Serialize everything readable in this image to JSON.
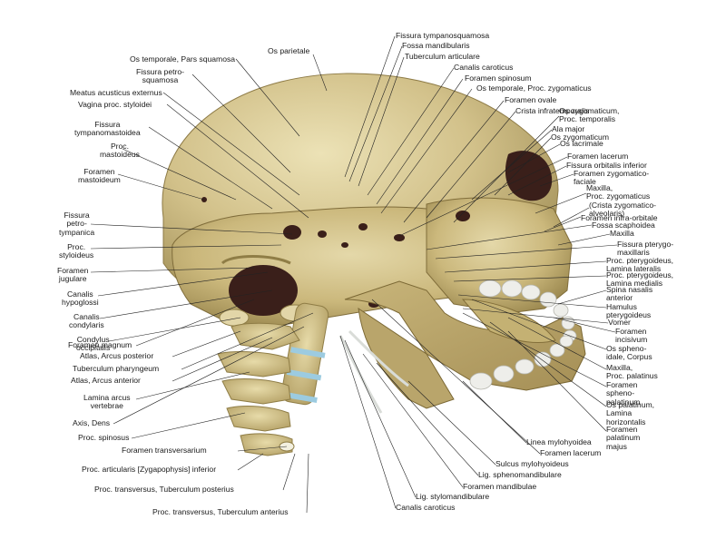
{
  "labels": {
    "top": [
      "Os parietale",
      "Os temporale, Pars squamosa",
      "Fissura tympanosquamosa",
      "Fossa mandibularis",
      "Tuberculum articulare",
      "Canalis caroticus",
      "Foramen spinosum",
      "Os temporale, Proc. zygomaticus",
      "Foramen ovale",
      "Crista infratemporalis"
    ],
    "left": [
      "Fissura petro-\nsquamosa",
      "Meatus acusticus externus",
      "Vagina proc. styloidei",
      "Fissura\ntympanomastoidea",
      "Proc.\nmastoideus",
      "Foramen\nmastoideum",
      "Fissura\npetro-\ntympanica",
      "Proc.\nstyloideus",
      "Foramen\njugulare",
      "Canalis\nhypoglossi",
      "Canalis\ncondylaris",
      "Condylus\noccipitalis",
      "Foramen magnum",
      "Atlas, Arcus posterior",
      "Tuberculum pharyngeum",
      "Atlas, Arcus anterior",
      "Lamina arcus\nvertebrae",
      "Axis, Dens",
      "Proc. spinosus"
    ],
    "right": [
      "Os zygomaticum,\nProc. temporalis",
      "Ala major",
      "Os zygomaticum",
      "Os lacrimale",
      "Foramen lacerum",
      "Fissura orbitalis inferior",
      "Foramen zygomatico-\nfaciale",
      "Maxilla,\nProc. zygomaticus",
      "(Crista zygomatico-\nalveolaris)",
      "Foramen infra-orbitale",
      "Fossa scaphoidea",
      "Maxilla",
      "Fissura pterygo-\nmaxillaris",
      "Proc. pterygoideus,\nLamina lateralis",
      "Proc. pterygoideus,\nLamina medialis",
      "Spina nasalis\nanterior",
      "Hamulus\npterygoideus",
      "Vomer",
      "Foramen\nincisivum",
      "Os spheno-\nidale, Corpus",
      "Maxilla,\nProc. palatinus",
      "Foramen\nspheno-\npalatinum",
      "Os palatinum,\nLamina\nhorizontalis",
      "Foramen\npalatinum\nmajus"
    ],
    "bottom": [
      "Linea mylohyoidea",
      "Foramen lacerum",
      "Sulcus mylohyoideus",
      "Lig. sphenomandibulare",
      "Foramen mandibulae",
      "Lig. stylomandibulare",
      "Canalis caroticus",
      "Foramen transversarium",
      "Proc. articularis [Zygapophysis] inferior",
      "Proc. transversus, Tuberculum posterius",
      "Proc. transversus, Tuberculum anterius"
    ]
  },
  "colors": {
    "bone": "#cdbb82",
    "bone_light": "#e2d6a8",
    "bone_shadow": "#8f7d46",
    "cavity": "#3a1f1a",
    "vertebra": "#d9c98f",
    "disc": "#9ccbe0",
    "teeth": "#eeeeea",
    "leader": "#222222"
  }
}
